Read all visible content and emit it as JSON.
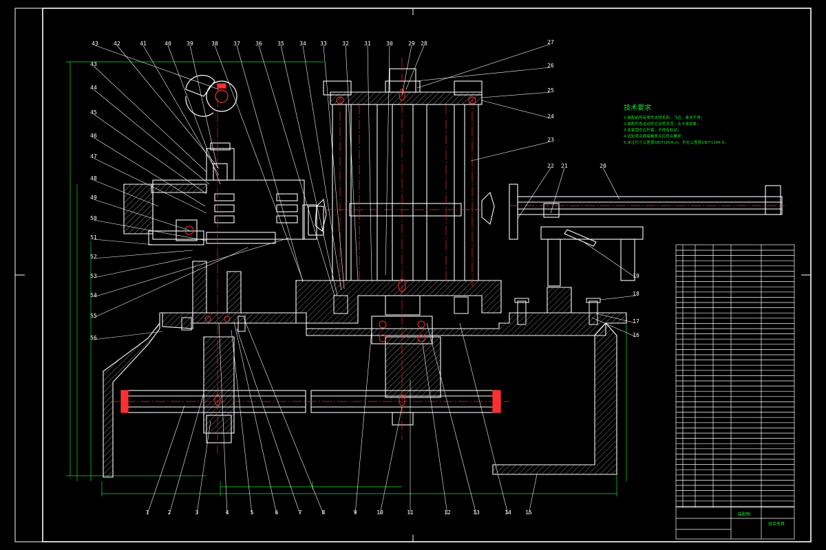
{
  "drawing": {
    "tech_title": "技术要求",
    "tech_notes": [
      "1.装配前所有零件去除毛刺、飞边，清洗干净；",
      "2.装配时各运动件应运转灵活，无卡滞现象；",
      "3.各紧固件应拧紧，不得有松动；",
      "4.齿轮啮合面接触斑点应符合要求；",
      "5.未注尺寸公差按GB/T1804-m，形位公差按GB/T1184-K。"
    ],
    "title_main": "装配图",
    "title_sub": "组合夹具",
    "colors": {
      "line": "#ffffff",
      "center": "#ff2020",
      "dim": "#19e02a",
      "hatch": "#c8c8c8"
    }
  },
  "balloons_top": [
    "43",
    "42",
    "41",
    "40",
    "39",
    "38",
    "37",
    "36",
    "35",
    "34",
    "33",
    "32",
    "31",
    "30",
    "29",
    "28"
  ],
  "balloons_left": [
    "43",
    "44",
    "45",
    "46",
    "47",
    "48",
    "49",
    "50",
    "51",
    "52",
    "53",
    "54",
    "55",
    "56"
  ],
  "balloons_right": [
    "27",
    "26",
    "25",
    "24",
    "23",
    "22",
    "21",
    "20",
    "19",
    "18",
    "17",
    "16"
  ],
  "balloons_bottom": [
    "1",
    "2",
    "3",
    "4",
    "5",
    "6",
    "7",
    "8",
    "9",
    "10",
    "11",
    "12",
    "13",
    "14",
    "15"
  ]
}
